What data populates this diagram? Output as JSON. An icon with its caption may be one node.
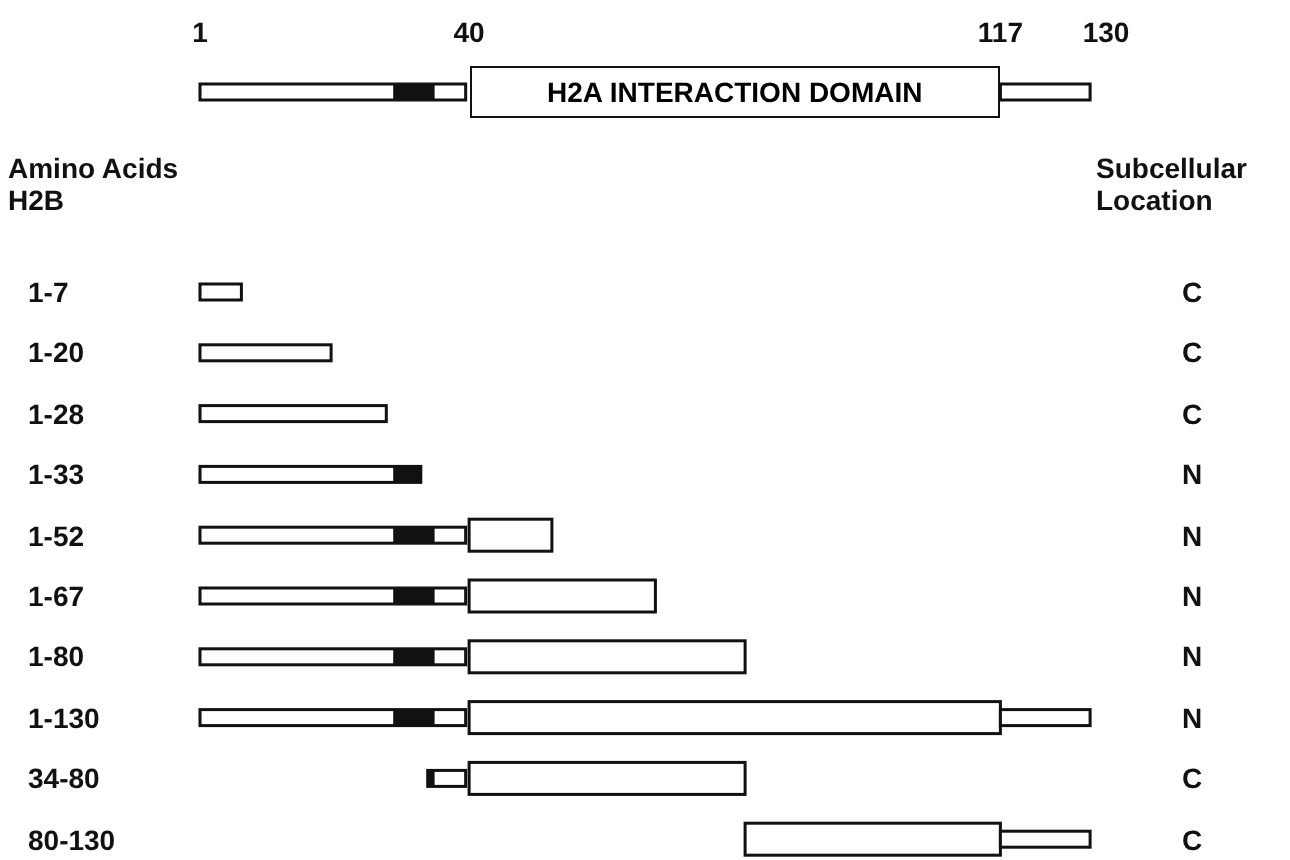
{
  "diagram": {
    "nodes": [
      {
        "text": [
          "H2A INTERACTION DOMAIN"
        ]
      }
    ],
    "labels": [
      "1",
      "40",
      "117",
      "130",
      "Amino Acids H2B",
      "Subcellular Location",
      "1-7",
      "C",
      "1-20",
      "C",
      "1-28",
      "C",
      "1-33",
      "N",
      "1-52",
      "N",
      "1-67",
      "N",
      "1-80",
      "N",
      "1-130",
      "N",
      "34-80",
      "C",
      "80-130",
      "C"
    ]
  }
}
